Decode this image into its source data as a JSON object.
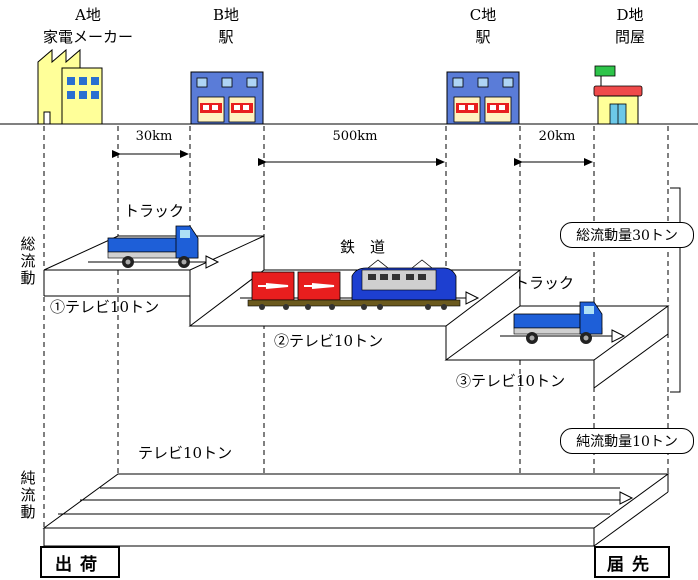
{
  "locations": [
    {
      "id": "A",
      "name": "A地",
      "sub": "家電メーカー"
    },
    {
      "id": "B",
      "name": "B地",
      "sub": "駅"
    },
    {
      "id": "C",
      "name": "C地",
      "sub": "駅"
    },
    {
      "id": "D",
      "name": "D地",
      "sub": "問屋"
    }
  ],
  "distances": [
    "30km",
    "500km",
    "20km"
  ],
  "modes": {
    "truck_1": "トラック",
    "rail": "鉄　道",
    "truck_2": "トラック"
  },
  "segments": [
    "①テレビ10トン",
    "②テレビ10トン",
    "③テレビ10トン"
  ],
  "net_label": "テレビ10トン",
  "side_labels": {
    "gross": "総流動",
    "net": "純流動"
  },
  "totals": {
    "gross": "総流動量30トン",
    "net": "純流動量10トン"
  },
  "boxes": {
    "origin": "出荷",
    "destination": "届先"
  },
  "colors": {
    "factory": "#ffff99",
    "station": "#5a7cd8",
    "station_window": "#aed4f5",
    "shop_wall": "#ffff99",
    "shop_roof": "#ef4a4a",
    "shop_sign": "#2ec44a",
    "truck_cab": "#1e5fd8",
    "container": "#e81e1e",
    "locomotive": "#1d3fd0"
  }
}
